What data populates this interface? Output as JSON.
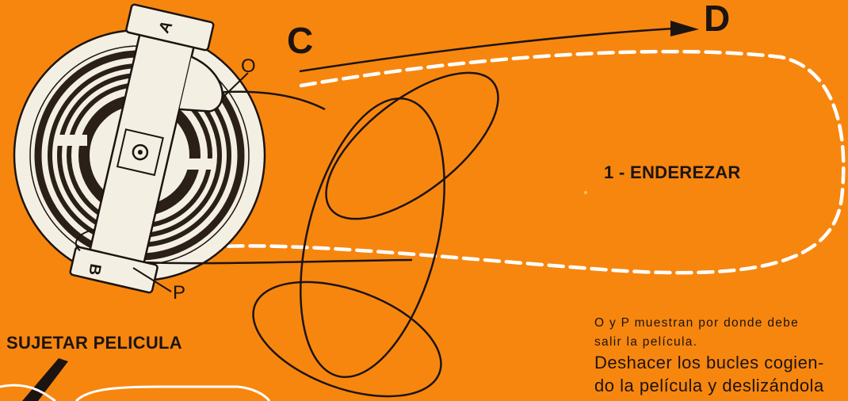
{
  "labels": {
    "point_c": "C",
    "point_d": "D",
    "point_o": "O",
    "point_p": "P",
    "reel_tab_a": "A",
    "reel_tab_b": "B",
    "step_title": "1 - ENDEREZAR",
    "hold_film": "SUJETAR PELICULA"
  },
  "note_lines": [
    "O y P muestran por donde debe",
    "salir la película."
  ],
  "instruction_lines": [
    "Deshacer los bucles cogien-",
    "do la película y deslizándola"
  ],
  "colors": {
    "background": "#f7860f",
    "ink": "#1c1410",
    "reel_body": "#f4efe3",
    "dashed_path": "#ffffff"
  }
}
